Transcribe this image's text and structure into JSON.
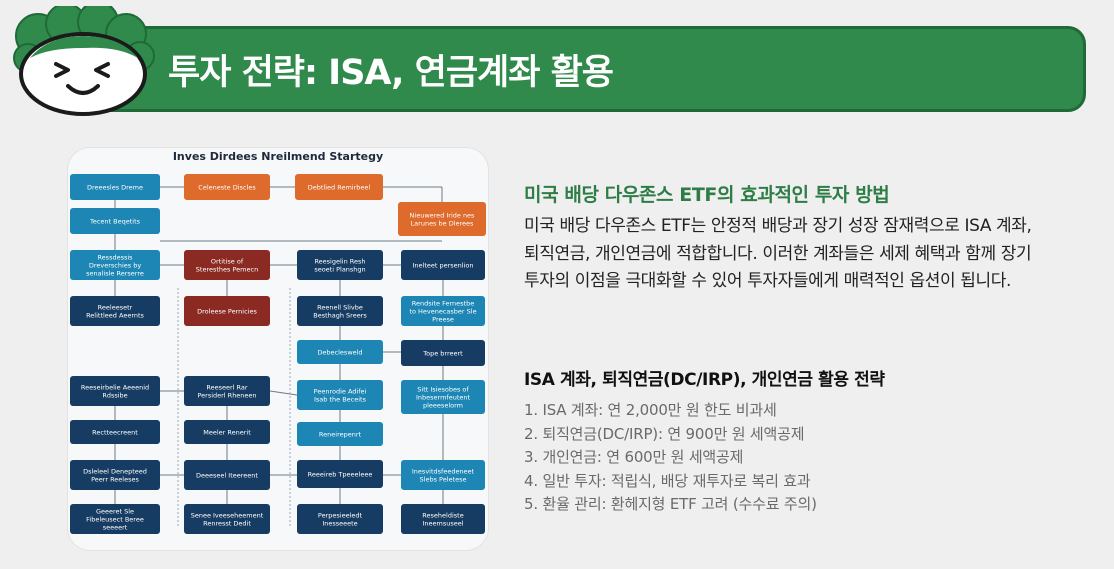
{
  "header": {
    "title": "투자 전략: ISA, 연금계좌 활용"
  },
  "infographic": {
    "title": "Inves Dirdees Nreilmend Startegy",
    "colors": {
      "teal": "#1d86b4",
      "navy": "#173c63",
      "orange": "#de6a2c",
      "maroon": "#8a2a22"
    },
    "boxes": [
      "Dreeesles Dreme",
      "Celeneste Discles",
      "Debtlied Remirbeel",
      "Nieuwered Iride nes Larunes be Dlerees",
      "Tecent Beqetits",
      "Ressdessis Dreverschies by senalisle Rerserre Slefts",
      "Ortitise of Steresthes Pemecn",
      "Reesigelin Resh seoeti Planshgn",
      "Inelteet persenlion",
      "Reeleesetr Relittleed Aeernts",
      "Droleese Pernicies",
      "Reenell Slivbe Besthagh Sreers",
      "Rendsite Fernestbe to Hevenecasber Sle Preese",
      "Debeclesweld",
      "Tope brreert",
      "Reeseirbelie Aeeenid Rdssibe",
      "Reeseerl Rar Persiderl Rheneen",
      "Peenrodie Adifei Isab the Beceits",
      "Sitt Isiesobes of Inbesermfeutent pleeeselorm",
      "Rectteecreent",
      "Meeler Renerit",
      "Reneirepenrt",
      "Dsleleel Denepteed Peerr Reeleses",
      "Deeeseel Iteereent",
      "Reeeireb Tpeeeleee",
      "Inesvitdsfeedeneet Slebs Peletese",
      "Geeeret Sle Fibeleusect Beree seeeert",
      "Senee Iveeseheement Renresst Dedit",
      "Perpesieeledt Inesseeete",
      "Reseheldiste Ineemsuseel"
    ]
  },
  "section": {
    "title": "미국 배당 다우존스 ETF의 효과적인 투자 방법",
    "body": "미국 배당 다우존스 ETF는 안정적 배당과 장기 성장 잠재력으로 ISA 계좌, 퇴직연금, 개인연금에 적합합니다. 이러한 계좌들은 세제 혜택과 함께 장기 투자의 이점을 극대화할 수 있어 투자자들에게 매력적인 옵션이 됩니다."
  },
  "strategy": {
    "title": "ISA 계좌, 퇴직연금(DC/IRP), 개인연금 활용 전략",
    "items": [
      "1. ISA 계좌: 연 2,000만 원 한도 비과세",
      "2. 퇴직연금(DC/IRP): 연 900만 원 세액공제",
      "3. 개인연금: 연 600만 원 세액공제",
      "4. 일반 투자: 적립식, 배당 재투자로 복리 효과",
      "5. 환율 관리: 환헤지형 ETF 고려 (수수료 주의)"
    ]
  },
  "theme": {
    "banner_green": "#2f8a4c",
    "title_green": "#2e7d46"
  }
}
